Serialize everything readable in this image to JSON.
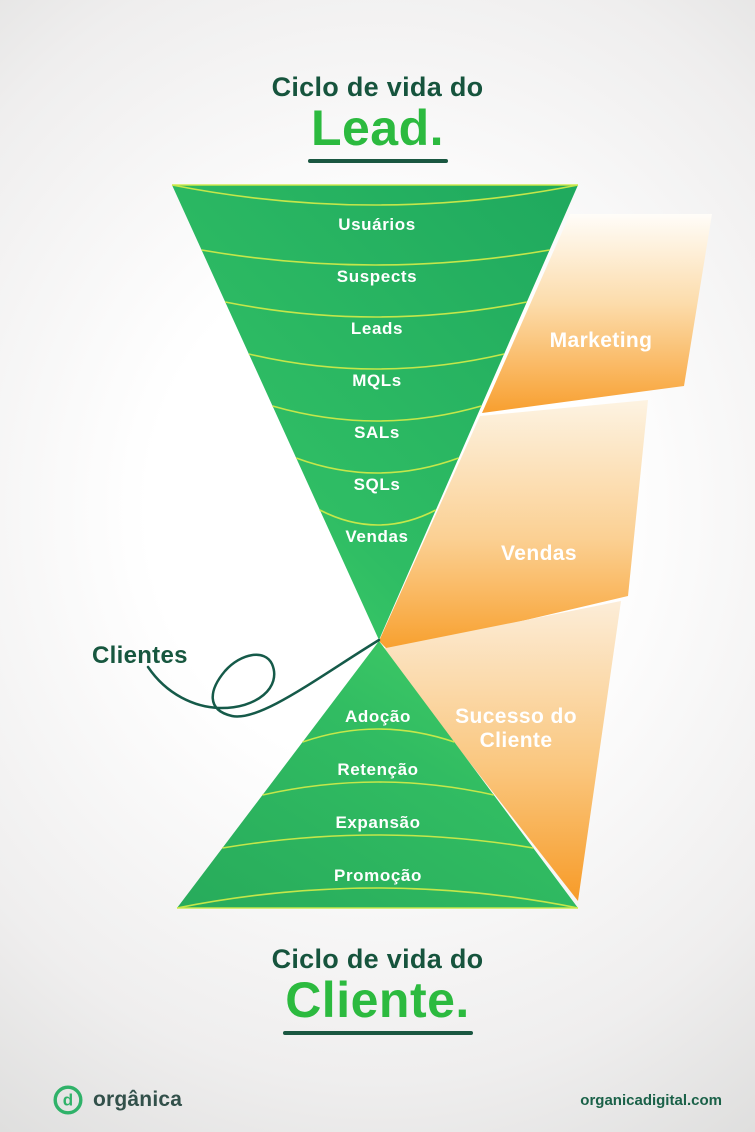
{
  "lead_title": {
    "line1": "Ciclo de vida do",
    "line2": "Lead."
  },
  "client_title": {
    "line1": "Ciclo de vida do",
    "line2": "Cliente."
  },
  "lead_funnel": {
    "stages": [
      "Usuários",
      "Suspects",
      "Leads",
      "MQLs",
      "SALs",
      "SQLs",
      "Vendas"
    ]
  },
  "client_funnel": {
    "stages": [
      "Adoção",
      "Retenção",
      "Expansão",
      "Promoção"
    ]
  },
  "bands": {
    "marketing": "Marketing",
    "vendas": "Vendas",
    "sucesso_line1": "Sucesso do",
    "sucesso_line2": "Cliente"
  },
  "clientes_label": "Clientes",
  "footer": {
    "brand": "orgânica",
    "website": "organicadigital.com"
  },
  "colors": {
    "dark_green": "#16543d",
    "bright_green": "#2cba3f",
    "funnel_green": "#2db563",
    "band_orange": "#f8a232",
    "divider_line": "#cdea49"
  }
}
